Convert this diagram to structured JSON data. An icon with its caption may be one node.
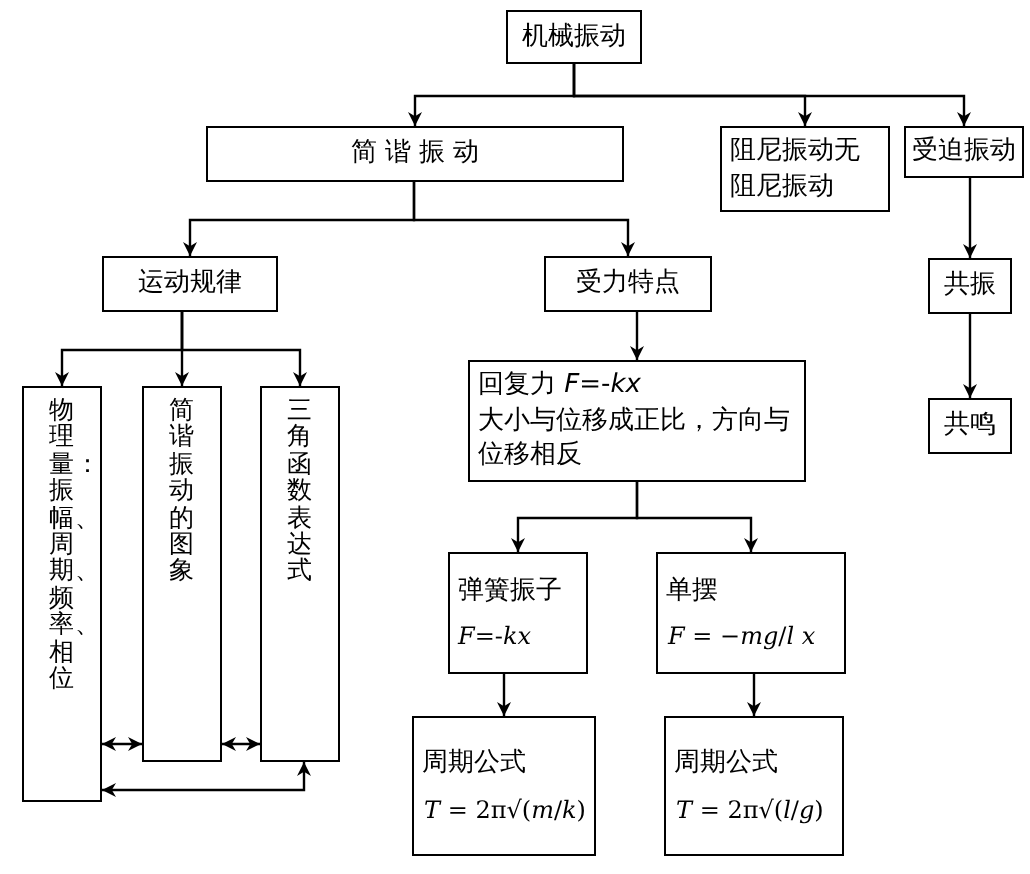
{
  "diagram": {
    "nodes": [
      {
        "text": [
          "机械振动"
        ]
      },
      {
        "text": [
          "简 谐 振 动"
        ]
      },
      {
        "text": [
          "阻尼振动无阻尼振动"
        ]
      },
      {
        "text": [
          "受迫振动"
        ]
      },
      {
        "text": [
          "运动规律"
        ]
      },
      {
        "text": [
          "受力特点"
        ]
      },
      {
        "text": [
          "共振"
        ]
      },
      {
        "text": [
          "物理量：振幅、周期、频率、相位"
        ]
      },
      {
        "text": [
          "简谐振动的图象"
        ]
      },
      {
        "text": [
          "三角函数表达式"
        ]
      },
      {
        "text": [
          "回复力 *F*=-*kx*",
          "大小与位移成正比，方向与位移相反"
        ]
      },
      {
        "text": [
          "共鸣"
        ]
      },
      {
        "text": [
          "弹簧振子",
          "*F*=-*kx*"
        ]
      },
      {
        "text": [
          "单摆",
          "*F* = −*mg*/*l* *x*"
        ]
      },
      {
        "text": [
          "周期公式",
          "*T* = 2π√(*m*/*k*)"
        ]
      },
      {
        "text": [
          "周期公式",
          "*T* = 2π√(*l*/*g*)"
        ]
      }
    ],
    "edges": [
      {
        "from": 0,
        "to": 1,
        "arrow": "to"
      },
      {
        "from": 0,
        "to": 2,
        "arrow": "to"
      },
      {
        "from": 0,
        "to": 3,
        "arrow": "to"
      },
      {
        "from": 1,
        "to": 4,
        "arrow": "to"
      },
      {
        "from": 1,
        "to": 5,
        "arrow": "to"
      },
      {
        "from": 3,
        "to": 6,
        "arrow": "to"
      },
      {
        "from": 4,
        "to": 7,
        "arrow": "to"
      },
      {
        "from": 4,
        "to": 8,
        "arrow": "to"
      },
      {
        "from": 4,
        "to": 9,
        "arrow": "to"
      },
      {
        "from": 5,
        "to": 10,
        "arrow": "to"
      },
      {
        "from": 6,
        "to": 11,
        "arrow": "to"
      },
      {
        "from": 10,
        "to": 12,
        "arrow": "to"
      },
      {
        "from": 10,
        "to": 13,
        "arrow": "to"
      },
      {
        "from": 12,
        "to": 14,
        "arrow": "to"
      },
      {
        "from": 13,
        "to": 15,
        "arrow": "to"
      },
      {
        "from": 7,
        "to": 8,
        "arrow": "both"
      },
      {
        "from": 8,
        "to": 9,
        "arrow": "both"
      },
      {
        "from": 9,
        "to": 7,
        "arrow": "both"
      }
    ]
  }
}
